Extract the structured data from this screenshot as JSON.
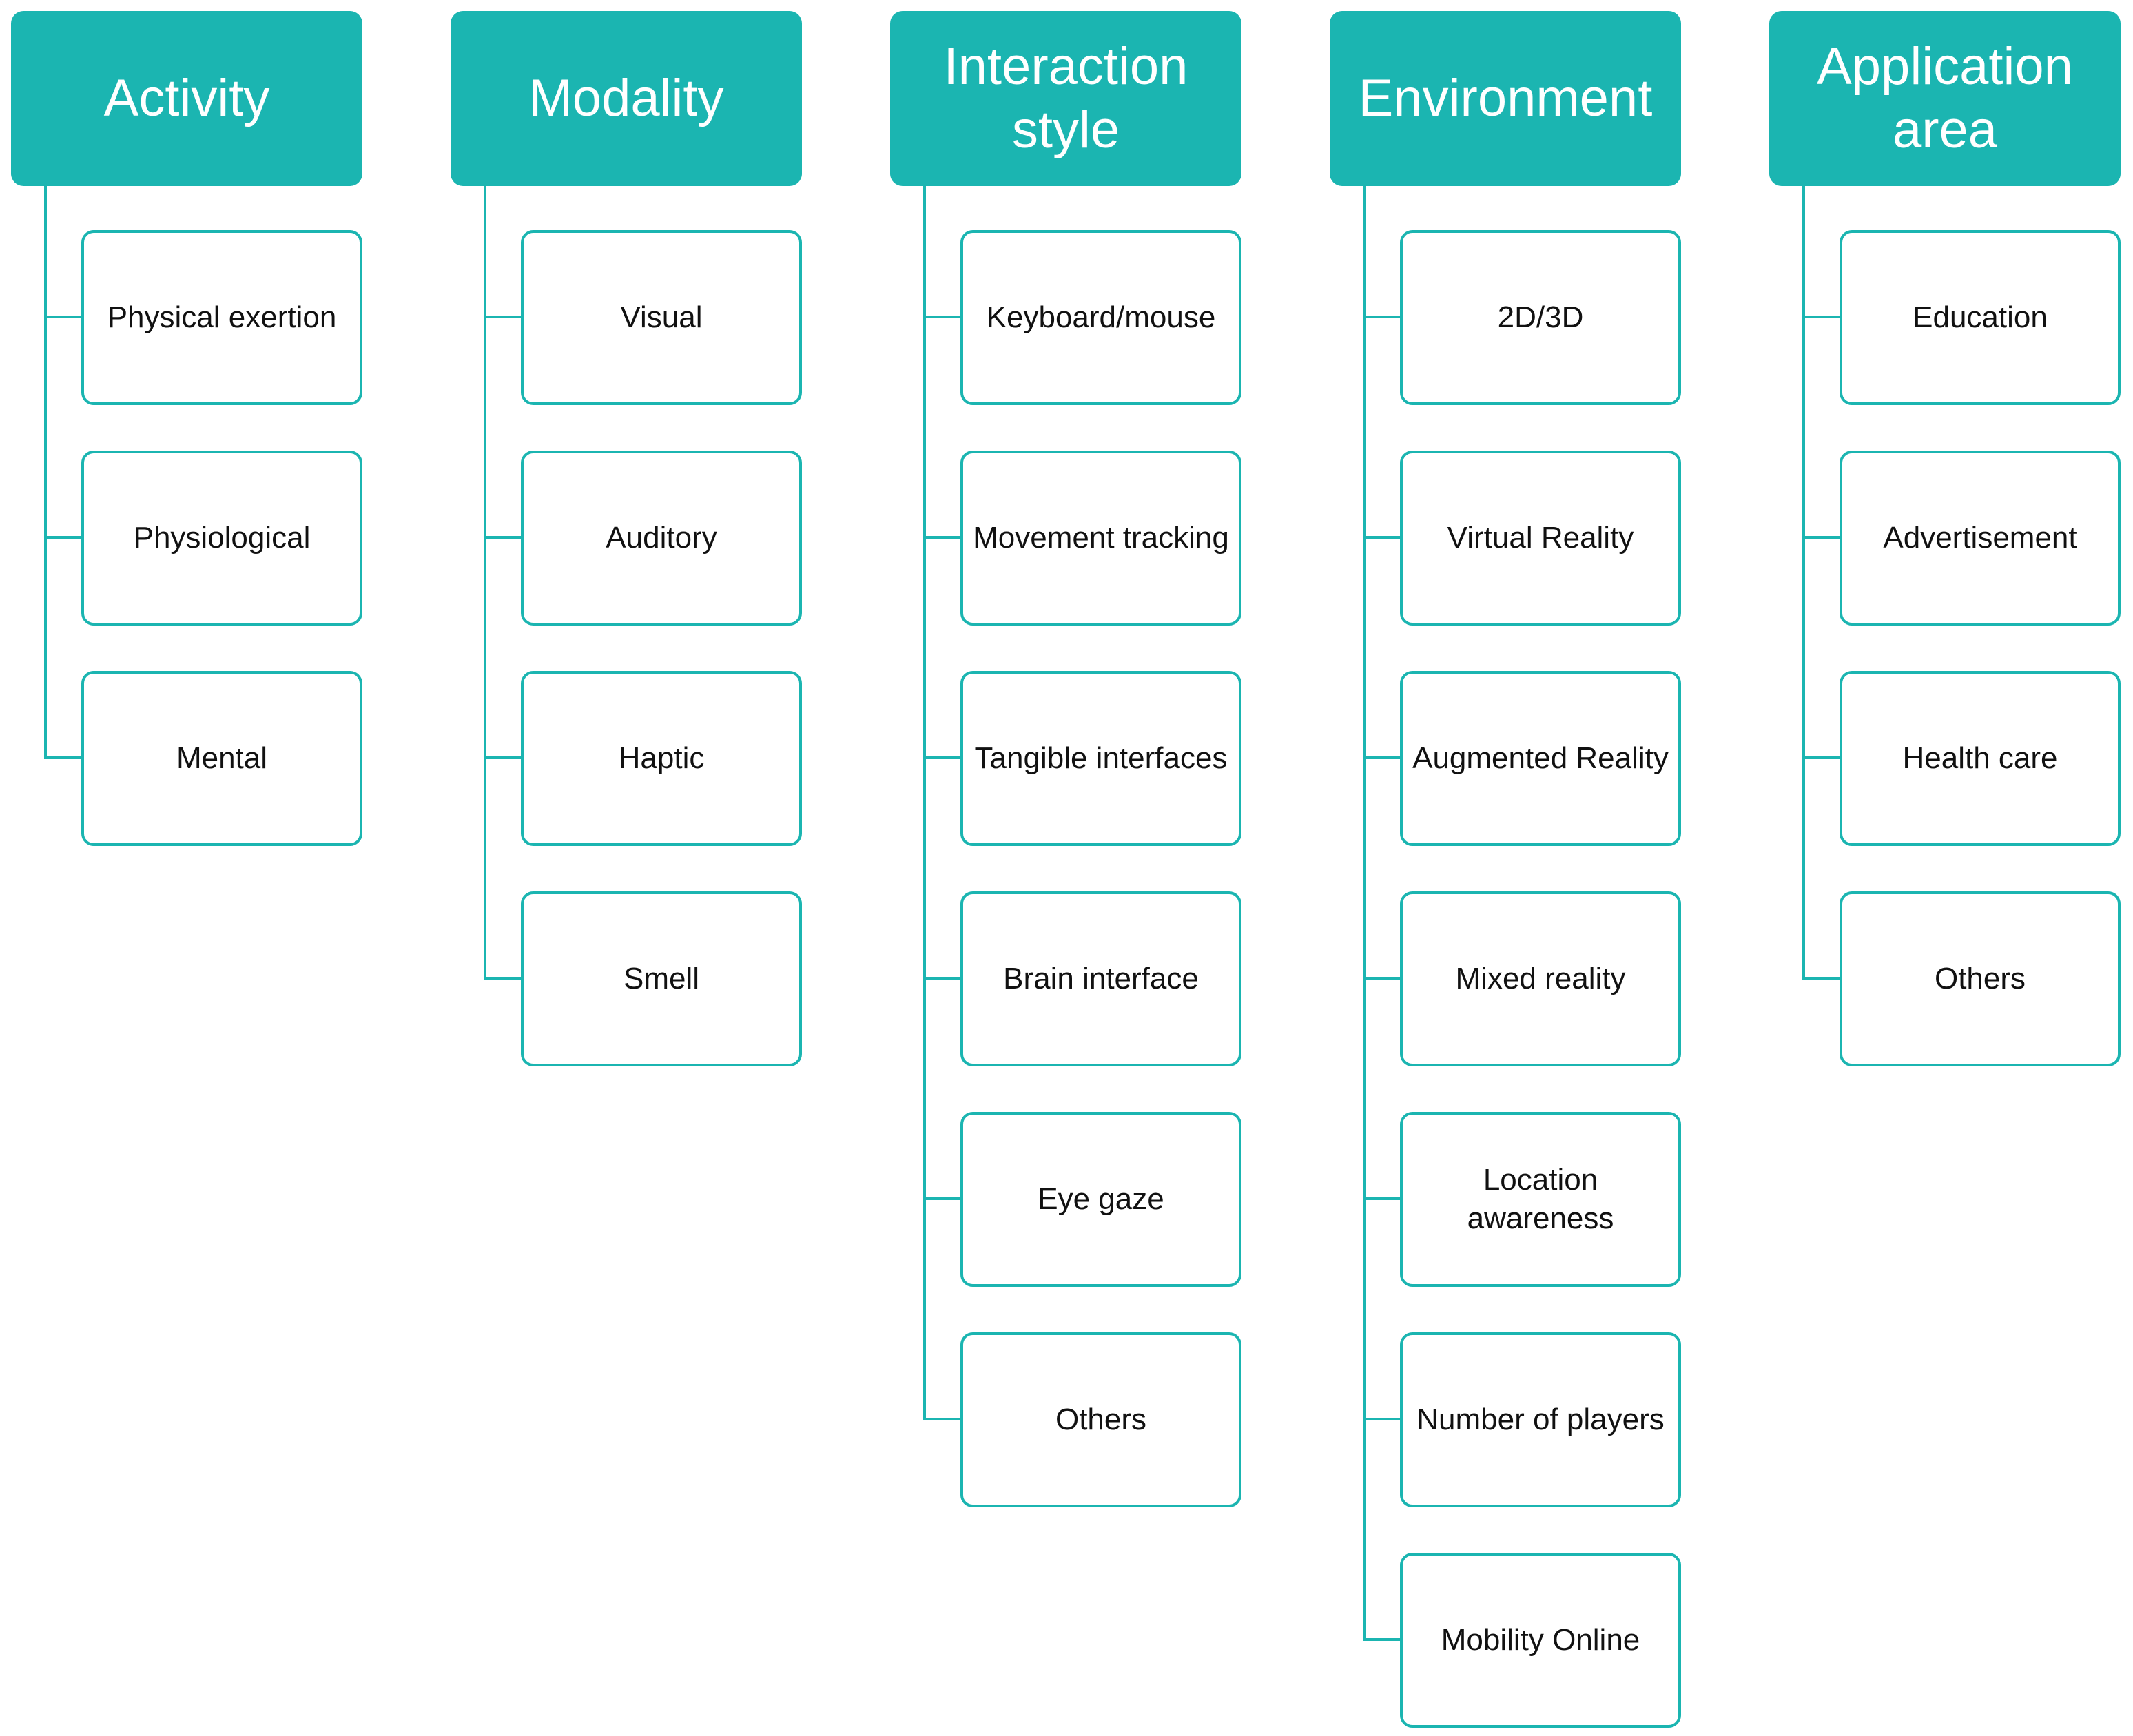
{
  "colors": {
    "accent": "#1bb5b1",
    "header_text": "#ffffff",
    "item_text": "#111111",
    "background": "#ffffff"
  },
  "columns": [
    {
      "header": "Activity",
      "items": [
        "Physical exertion",
        "Physiological",
        "Mental"
      ]
    },
    {
      "header": "Modality",
      "items": [
        "Visual",
        "Auditory",
        "Haptic",
        "Smell"
      ]
    },
    {
      "header": "Interaction style",
      "items": [
        "Keyboard/mouse",
        "Movement tracking",
        "Tangible interfaces",
        "Brain interface",
        "Eye gaze",
        "Others"
      ]
    },
    {
      "header": "Environment",
      "items": [
        "2D/3D",
        "Virtual Reality",
        "Augmented Reality",
        "Mixed reality",
        "Location awareness",
        "Number of players",
        "Mobility Online"
      ]
    },
    {
      "header": "Application area",
      "items": [
        "Education",
        "Advertisement",
        "Health care",
        "Others"
      ]
    }
  ]
}
